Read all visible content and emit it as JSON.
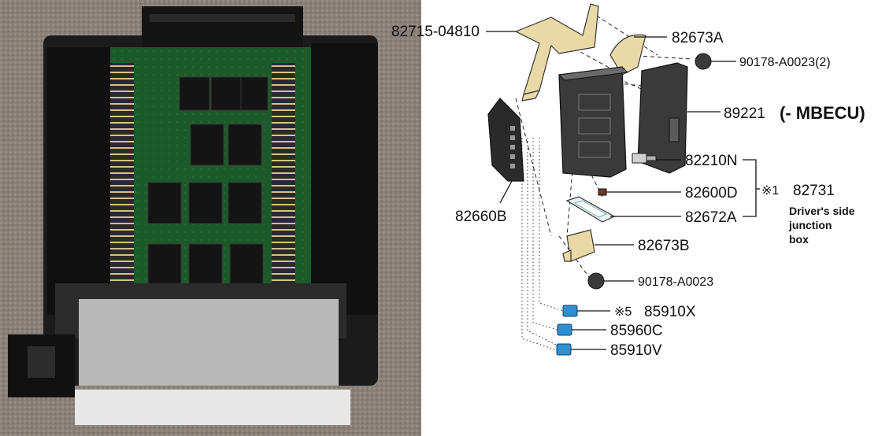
{
  "photo": {
    "subject": "disassembled-junction-box-circuit-board"
  },
  "diagram": {
    "parts": {
      "bracket_top": "82715-04810",
      "bracket_right": "82673A",
      "nut_top": "90178-A0023(2)",
      "ecu": "89221",
      "ecu_note": "(- MBECU)",
      "connector_left": "82660B",
      "bolt": "82210N",
      "fuse_small": "82600D",
      "fuse_cover": "82672A",
      "assembly": "82731",
      "assembly_mark": "※1",
      "bracket_lower": "82673B",
      "nut_lower": "90178-A0023",
      "term1_mark": "※5",
      "term1": "85910X",
      "term2": "85960C",
      "term3": "85910V"
    },
    "note_lines": [
      "Driver's side",
      "junction",
      "box"
    ],
    "colors": {
      "bracket": "#e9d9a6",
      "terminal": "#2f8fd0",
      "housing": "#3a3a3a"
    }
  }
}
